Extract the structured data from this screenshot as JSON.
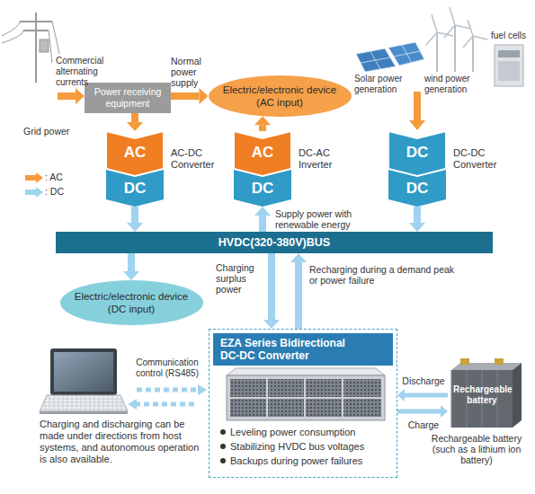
{
  "diagram": {
    "nodes": [
      {
        "text": [
          "Power receiving equipment"
        ]
      },
      {
        "text": [
          "Electric/electronic device",
          "(AC input)"
        ]
      },
      {
        "text": [
          "AC",
          "DC",
          "AC-DC Converter"
        ]
      },
      {
        "text": [
          "AC",
          "DC",
          "DC-AC Inverter"
        ]
      },
      {
        "text": [
          "DC",
          "DC",
          "DC-DC Converter"
        ]
      },
      {
        "text": [
          "HVDC(320-380V)BUS"
        ]
      },
      {
        "text": [
          "Electric/electronic device",
          "(DC input)"
        ]
      },
      {
        "text": [
          "EZA Series Bidirectional DC-DC Converter",
          "Leveling power consumption",
          "Stabilizing HVDC bus voltages",
          "Backups during power failures"
        ]
      },
      {
        "text": [
          "Rechargeable battery",
          "Rechargeable battery (such as a lithium ion battery)"
        ]
      }
    ],
    "edges": [
      {
        "from": 0,
        "to": 1,
        "arrow": "to",
        "label": "Normal power supply"
      },
      {
        "from": 0,
        "to": 2,
        "arrow": "to"
      },
      {
        "from": 3,
        "to": 1,
        "arrow": "to"
      },
      {
        "from": 2,
        "to": 5,
        "arrow": "to"
      },
      {
        "from": 5,
        "to": 3,
        "arrow": "to",
        "label": "Supply power with renewable energy"
      },
      {
        "from": 4,
        "to": 5,
        "arrow": "to"
      },
      {
        "from": 5,
        "to": 6,
        "arrow": "to"
      },
      {
        "from": 5,
        "to": 7,
        "arrow": "to",
        "label": "Charging surplus power"
      },
      {
        "from": 7,
        "to": 5,
        "arrow": "to",
        "label": "Recharging during a demand peak or power failure"
      },
      {
        "from": 8,
        "to": 7,
        "arrow": "to",
        "label": "Discharge"
      },
      {
        "from": 7,
        "to": 8,
        "arrow": "to",
        "label": "Charge"
      }
    ],
    "labels": [
      "Grid power",
      "Commercial alternating currents",
      "Solar power generation",
      "wind power generation",
      "fuel cells",
      "Communication control (RS485)",
      "Charging and discharging can be made under directions from host systems, and autonomous operation is also available."
    ],
    "legend": [
      {
        "text": ": AC"
      },
      {
        "text": ": DC"
      }
    ]
  }
}
